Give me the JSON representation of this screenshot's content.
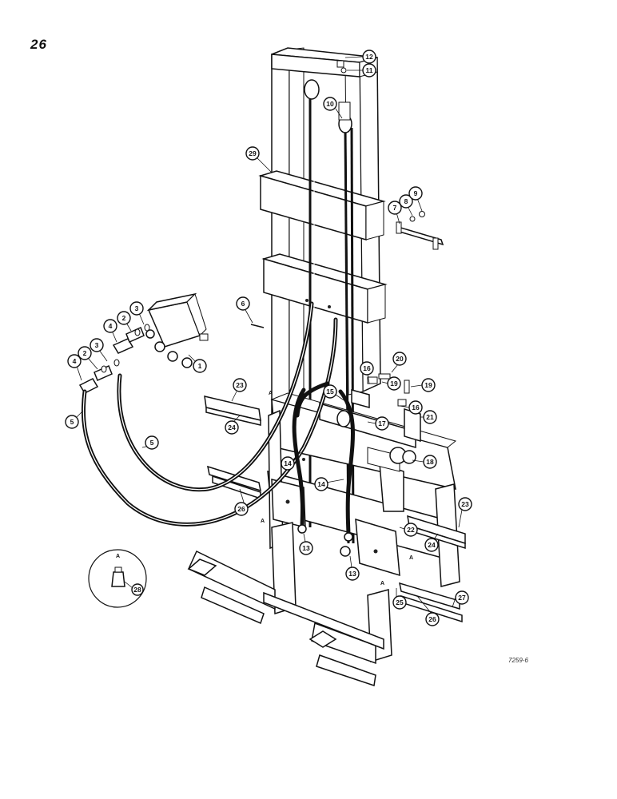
{
  "page": {
    "number": "26",
    "drawing_code": "7259-6"
  },
  "view_letter": "A",
  "callouts": [
    "1",
    "2",
    "2",
    "3",
    "3",
    "4",
    "4",
    "5",
    "5",
    "6",
    "7",
    "8",
    "9",
    "10",
    "11",
    "12",
    "13",
    "13",
    "14",
    "14",
    "15",
    "16",
    "16",
    "17",
    "18",
    "19",
    "19",
    "20",
    "21",
    "22",
    "23",
    "23",
    "24",
    "24",
    "25",
    "26",
    "26",
    "27",
    "28",
    "29"
  ]
}
